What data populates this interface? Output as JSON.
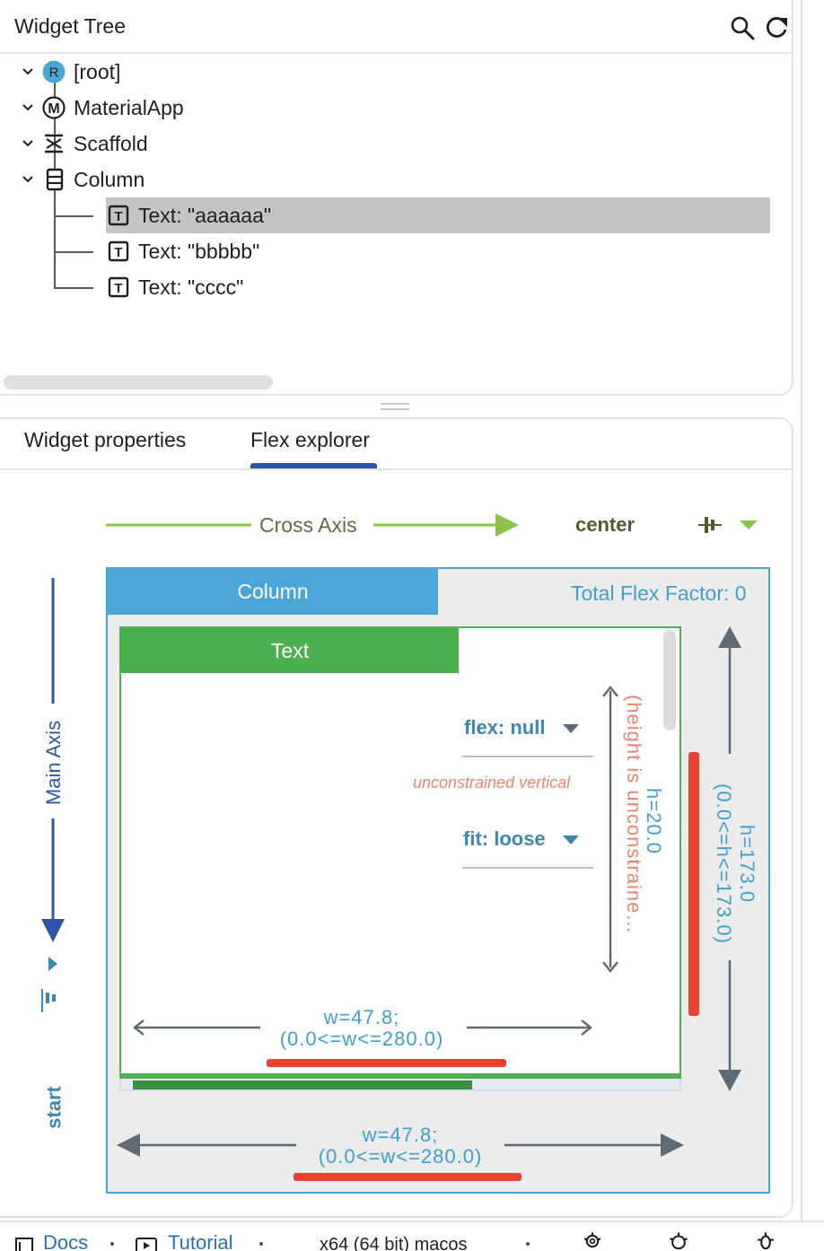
{
  "widget_tree": {
    "title": "Widget Tree",
    "search_icon": "search-icon",
    "refresh_icon": "refresh-icon",
    "nodes": [
      {
        "label": "[root]",
        "icon": "R",
        "icon_name": "root-badge-icon",
        "expanded": true
      },
      {
        "label": "MaterialApp",
        "icon": "M",
        "icon_name": "material-app-icon",
        "expanded": true
      },
      {
        "label": "Scaffold",
        "icon_name": "scaffold-icon",
        "expanded": true
      },
      {
        "label": "Column",
        "icon_name": "column-icon",
        "expanded": true
      },
      {
        "label": "Text: \"aaaaaa\"",
        "icon": "T",
        "icon_name": "text-widget-icon",
        "selected": true
      },
      {
        "label": "Text: \"bbbbb\"",
        "icon": "T",
        "icon_name": "text-widget-icon"
      },
      {
        "label": "Text: \"cccc\"",
        "icon": "T",
        "icon_name": "text-widget-icon"
      }
    ]
  },
  "tabs": [
    {
      "label": "Widget properties",
      "active": false
    },
    {
      "label": "Flex explorer",
      "active": true
    }
  ],
  "flex_explorer": {
    "cross_axis_label": "Cross Axis",
    "cross_axis_alignment": "center",
    "main_axis_label": "Main Axis",
    "main_axis_alignment": "start",
    "column_label": "Column",
    "total_flex_factor": "Total Flex Factor: 0",
    "child_label": "Text",
    "flex_value": "flex: null",
    "fit_value": "fit: loose",
    "unconstrained_note": "unconstrained vertical",
    "child_height": "h=20.0",
    "height_unconstrained": "(height is unconstraine…",
    "child_width": "w=47.8;",
    "child_width_constraint": "(0.0<=w<=280.0)",
    "parent_height": "h=173.0",
    "parent_height_constraint": "(0.0<=h<=173.0)",
    "parent_width": "w=47.8;",
    "parent_width_constraint": "(0.0<=w<=280.0)"
  },
  "status_bar": {
    "docs_label": "Docs",
    "tutorial_label": "Tutorial",
    "platform": "x64 (64 bit) macos"
  },
  "colors": {
    "column_blue": "#4ba6d8",
    "text_green": "#4caf50",
    "axis_green": "#8bc34a",
    "main_axis_blue": "#2e55a8",
    "overflow_red": "#e8412d",
    "selection_gray": "#c4c4c8"
  }
}
